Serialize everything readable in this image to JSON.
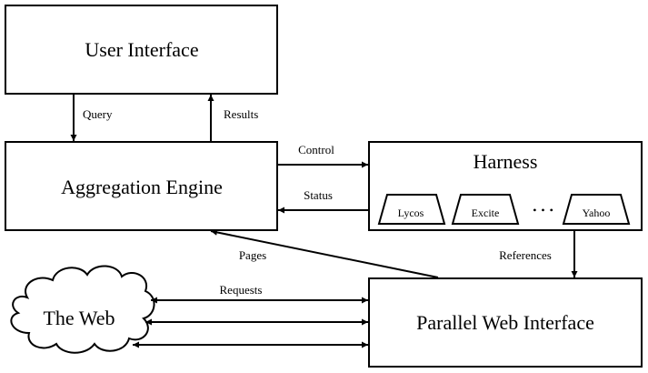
{
  "diagram": {
    "boxes": {
      "user_interface": "User Interface",
      "aggregation_engine": "Aggregation Engine",
      "harness": "Harness",
      "parallel_web_interface": "Parallel Web Interface",
      "the_web": "The Web"
    },
    "engines": [
      "Lycos",
      "Excite",
      "Yahoo"
    ],
    "ellipsis": "• • •",
    "arrows": {
      "query": "Query",
      "results": "Results",
      "control": "Control",
      "status": "Status",
      "pages": "Pages",
      "references": "References",
      "requests": "Requests"
    }
  }
}
